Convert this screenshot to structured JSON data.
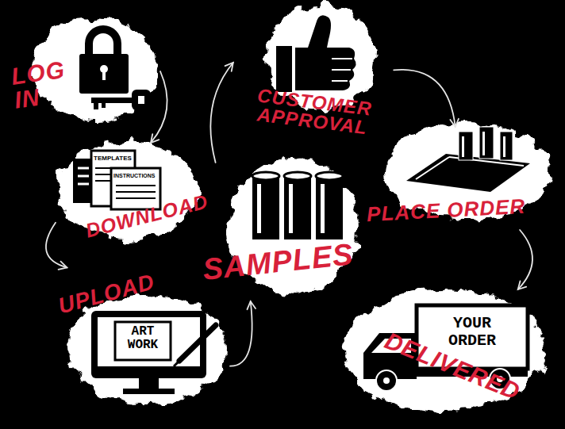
{
  "diagram": {
    "nodes": [
      {
        "text": [
          "LOG IN"
        ]
      },
      {
        "text": [
          "DOWNLOAD"
        ]
      },
      {
        "text": [
          "UPLOAD"
        ]
      },
      {
        "text": [
          "SAMPLES"
        ]
      },
      {
        "text": [
          "CUSTOMER APPROVAL"
        ]
      },
      {
        "text": [
          "PLACE ORDER"
        ]
      },
      {
        "text": [
          "DELIVERED"
        ]
      }
    ],
    "edges": [
      {
        "from": 0,
        "to": 1,
        "arrow": "to"
      },
      {
        "from": 1,
        "to": 2,
        "arrow": "to"
      },
      {
        "from": 2,
        "to": 3,
        "arrow": "to"
      },
      {
        "from": 3,
        "to": 4,
        "arrow": "to"
      },
      {
        "from": 4,
        "to": 5,
        "arrow": "to"
      },
      {
        "from": 5,
        "to": 6,
        "arrow": "to"
      }
    ],
    "labels": [
      "TEMPLATES",
      "INSTRUCTIONS",
      "ART WORK",
      "YOUR ORDER"
    ]
  }
}
